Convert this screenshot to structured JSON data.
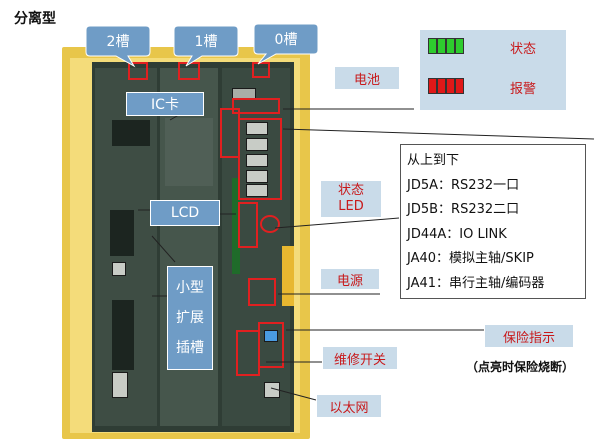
{
  "title": "分离型",
  "slots": {
    "slot2": "2槽",
    "slot1": "1槽",
    "slot0": "0槽"
  },
  "labels": {
    "ic_card": "IC卡",
    "lcd": "LCD",
    "small_slot_line1": "小型",
    "small_slot_line2": "扩展",
    "small_slot_line3": "插槽",
    "battery": "电池",
    "status_led_line1": "状态",
    "status_led_line2": "LED",
    "power": "电源",
    "maintenance_switch": "维修开关",
    "ethernet": "以太网",
    "fuse_indicator": "保险指示"
  },
  "legend": {
    "status": "状态",
    "alarm": "报警",
    "status_color": "#2ecc2e",
    "alarm_color": "#e01818"
  },
  "port_list": {
    "header": "从上到下",
    "items": [
      "JD5A：RS232一口",
      "JD5B：RS232二口",
      "JD44A：IO LINK",
      "JA40：模拟主轴/SKIP",
      "JA41：串行主轴/编码器"
    ]
  },
  "fuse_note": "（点亮时保险烧断）"
}
